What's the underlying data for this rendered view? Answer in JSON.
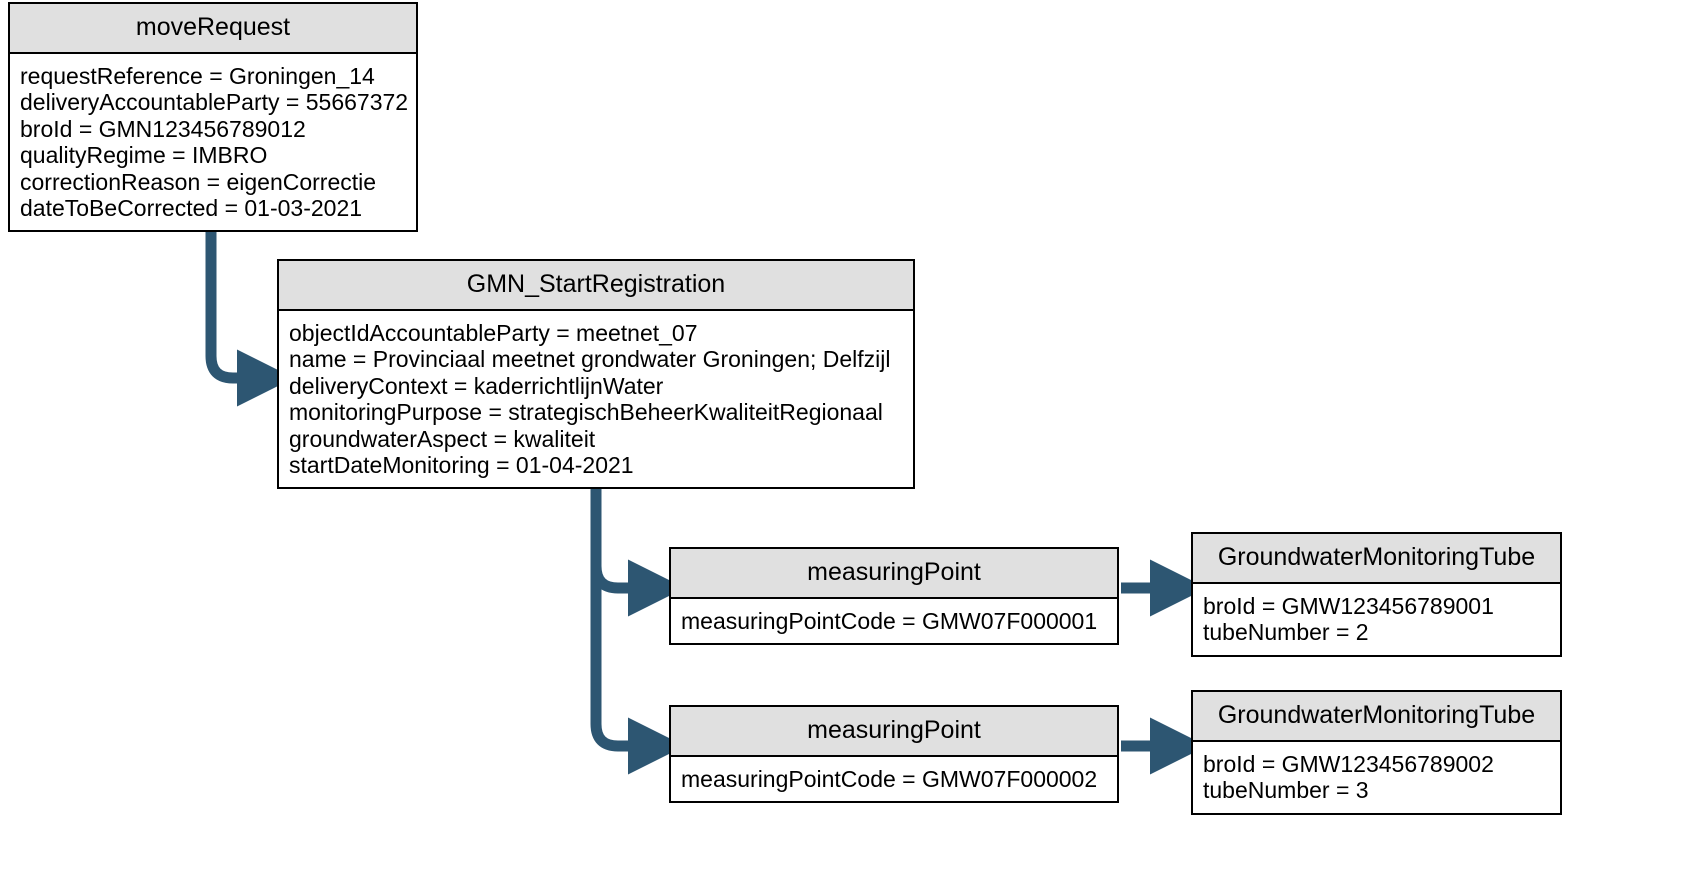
{
  "diagram": {
    "type": "uml-object-diagram",
    "colors": {
      "header_fill": "#e0e0e0",
      "box_fill": "#ffffff",
      "border": "#000000",
      "arrow": "#2d5672",
      "text": "#000000"
    },
    "boxes": [
      {
        "id": "move-request",
        "title": "moveRequest",
        "attributes": [
          "requestReference = Groningen_14",
          "deliveryAccountableParty = 55667372",
          "broId = GMN123456789012",
          "qualityRegime = IMBRO",
          "correctionReason = eigenCorrectie",
          "dateToBeCorrected = 01-03-2021"
        ]
      },
      {
        "id": "gmn-start-registration",
        "title": "GMN_StartRegistration",
        "attributes": [
          "objectIdAccountableParty = meetnet_07",
          "name = Provinciaal meetnet grondwater Groningen; Delfzijl",
          "deliveryContext = kaderrichtlijnWater",
          "monitoringPurpose = strategischBeheerKwaliteitRegionaal",
          "groundwaterAspect = kwaliteit",
          "startDateMonitoring = 01-04-2021"
        ]
      },
      {
        "id": "measuring-point-1",
        "title": "measuringPoint",
        "attributes": [
          "measuringPointCode = GMW07F000001"
        ]
      },
      {
        "id": "measuring-point-2",
        "title": "measuringPoint",
        "attributes": [
          "measuringPointCode = GMW07F000002"
        ]
      },
      {
        "id": "tube-1",
        "title": "GroundwaterMonitoringTube",
        "attributes": [
          "broId = GMW123456789001",
          "tubeNumber = 2"
        ]
      },
      {
        "id": "tube-2",
        "title": "GroundwaterMonitoringTube",
        "attributes": [
          "broId = GMW123456789002",
          "tubeNumber = 3"
        ]
      }
    ],
    "connectors": [
      {
        "id": "move-request-to-gmn-start",
        "from": "move-request",
        "to": "gmn-start-registration",
        "style": "elbow-down-right"
      },
      {
        "id": "gmn-start-to-measuring-point-1",
        "from": "gmn-start-registration",
        "to": "measuring-point-1",
        "style": "elbow-down-right"
      },
      {
        "id": "gmn-start-to-measuring-point-2",
        "from": "gmn-start-registration",
        "to": "measuring-point-2",
        "style": "elbow-down-right"
      },
      {
        "id": "measuring-point-1-to-tube-1",
        "from": "measuring-point-1",
        "to": "tube-1",
        "style": "straight-right"
      },
      {
        "id": "measuring-point-2-to-tube-2",
        "from": "measuring-point-2",
        "to": "tube-2",
        "style": "straight-right"
      }
    ]
  }
}
